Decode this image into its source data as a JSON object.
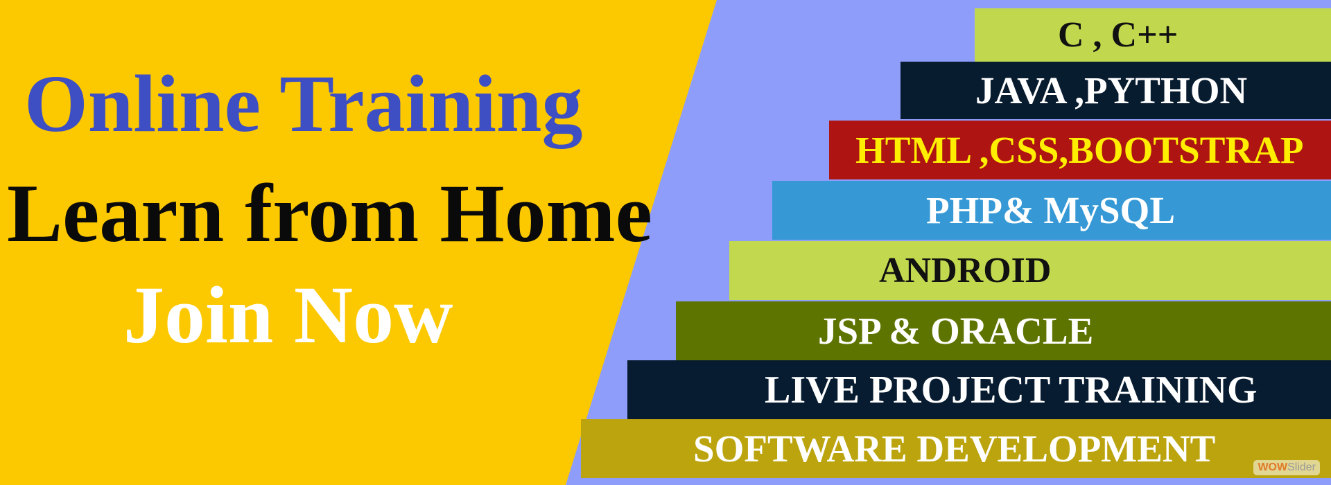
{
  "banner": {
    "headline": "Online Training",
    "subheadline": "Learn from Home",
    "call_to_action": "Join Now",
    "colors": {
      "yellow_background": "#fcc800",
      "lavender_background": "#8f9dfa",
      "headline_blue": "#3e4fc4"
    }
  },
  "courses": [
    {
      "label": "C  ,   C++",
      "background": "#c1d84e",
      "text_color": "#111111"
    },
    {
      "label": "JAVA ,PYTHON",
      "background": "#081c30",
      "text_color": "#ffffff"
    },
    {
      "label": "HTML ,CSS,BOOTSTRAP",
      "background": "#ad1412",
      "text_color": "#ffee00"
    },
    {
      "label": "PHP& MySQL",
      "background": "#3699d6",
      "text_color": "#ffffff"
    },
    {
      "label": "ANDROID",
      "background": "#c2d94f",
      "text_color": "#111111"
    },
    {
      "label": "JSP & ORACLE",
      "background": "#5e7400",
      "text_color": "#ffffff"
    },
    {
      "label": "LIVE PROJECT TRAINING",
      "background": "#071c30",
      "text_color": "#ffffff"
    },
    {
      "label": "SOFTWARE DEVELOPMENT",
      "background": "#bca40e",
      "text_color": "#ffffff"
    }
  ],
  "watermark": {
    "part1": "WOW",
    "part2": "Slider"
  }
}
